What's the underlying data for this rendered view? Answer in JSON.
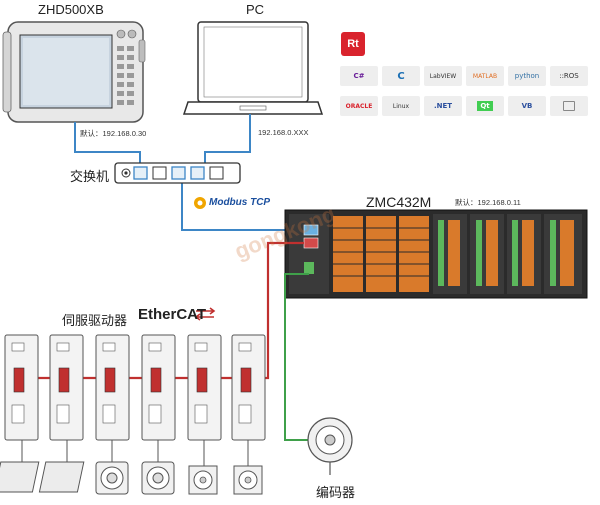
{
  "devices": {
    "hmi": {
      "label": "ZHD500XB",
      "ip": "默认：192.168.0.30"
    },
    "pc": {
      "label": "PC",
      "ip": "192.168.0.XXX"
    },
    "switch": {
      "label": "交换机"
    },
    "protocol": {
      "label": "Modbus TCP"
    },
    "controller": {
      "label": "ZMC432M",
      "ip": "默认：192.168.0.11"
    },
    "servo": {
      "label": "伺服驱动器"
    },
    "ethercat": {
      "label": "EtherCAT"
    },
    "encoder": {
      "label": "编码器"
    }
  },
  "software_icons": [
    {
      "name": "rt-icon",
      "text": "Rt",
      "color": "#d9232d"
    },
    {
      "name": "csharp-icon",
      "text": "C#",
      "color": "#6a1e99"
    },
    {
      "name": "c-icon",
      "text": "C",
      "color": "#1b6fb4"
    },
    {
      "name": "labview-icon",
      "text": "LabVIEW",
      "color": "#f0c419"
    },
    {
      "name": "matlab-icon",
      "text": "MATLAB",
      "color": "#e06b1f"
    },
    {
      "name": "python-icon",
      "text": "python",
      "color": "#3572a5"
    },
    {
      "name": "ros-icon",
      "text": "::ROS",
      "color": "#333333"
    },
    {
      "name": "qt-creator-icon",
      "text": "ORACLE",
      "color": "#d9232d"
    },
    {
      "name": "linux-icon",
      "text": "Linux",
      "color": "#222222"
    },
    {
      "name": "dotnet-icon",
      "text": ".NET",
      "color": "#2b4f9e"
    },
    {
      "name": "qt-icon",
      "text": "Qt",
      "color": "#41cd52"
    },
    {
      "name": "vb-icon",
      "text": "VB",
      "color": "#2b4f9e"
    },
    {
      "name": "printer-icon",
      "text": "",
      "color": "#888888"
    }
  ],
  "watermark": "gongkong"
}
